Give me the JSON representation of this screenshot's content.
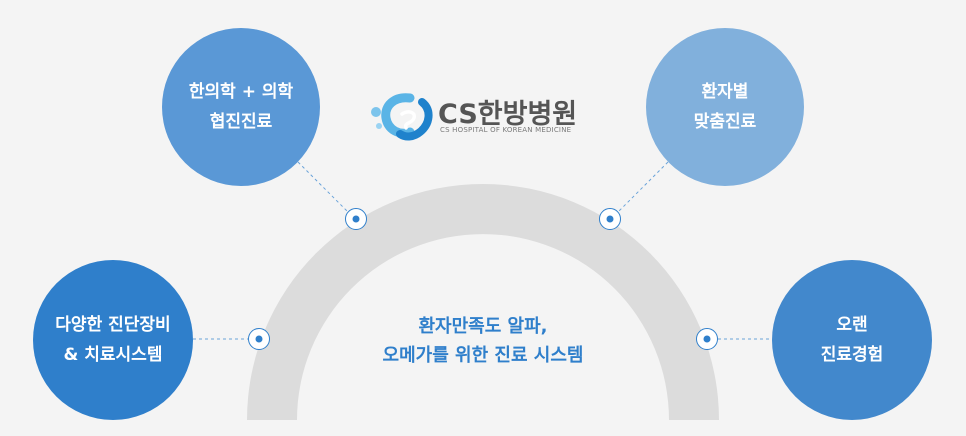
{
  "brand": {
    "name": "CS한방병원",
    "subtitle": "CS HOSPITAL OF KOREAN MEDICINE"
  },
  "center": {
    "line1": "환자만족도 알파,",
    "line2": "오메가를 위한 진료 시스템"
  },
  "features": {
    "top_left": {
      "line1": "한의학 + 의학",
      "line2": "협진진료"
    },
    "top_right": {
      "line1": "환자별",
      "line2": "맞춤진료"
    },
    "bottom_left": {
      "line1": "다양한 진단장비",
      "line2": "& 치료시스템"
    },
    "bottom_right": {
      "line1": "오랜",
      "line2": "진료경험"
    }
  },
  "colors": {
    "background": "#f4f4f4",
    "arch": "#dcdcdc",
    "top_left": "#5a98d6",
    "top_right": "#81b0dc",
    "bottom_left": "#2f7fcb",
    "bottom_right": "#4288cc",
    "center_text": "#2f7fcb",
    "brand_text": "#555555"
  },
  "icons": {
    "logo": "cs-logo-swirl-icon",
    "node": "target-dot-icon"
  }
}
